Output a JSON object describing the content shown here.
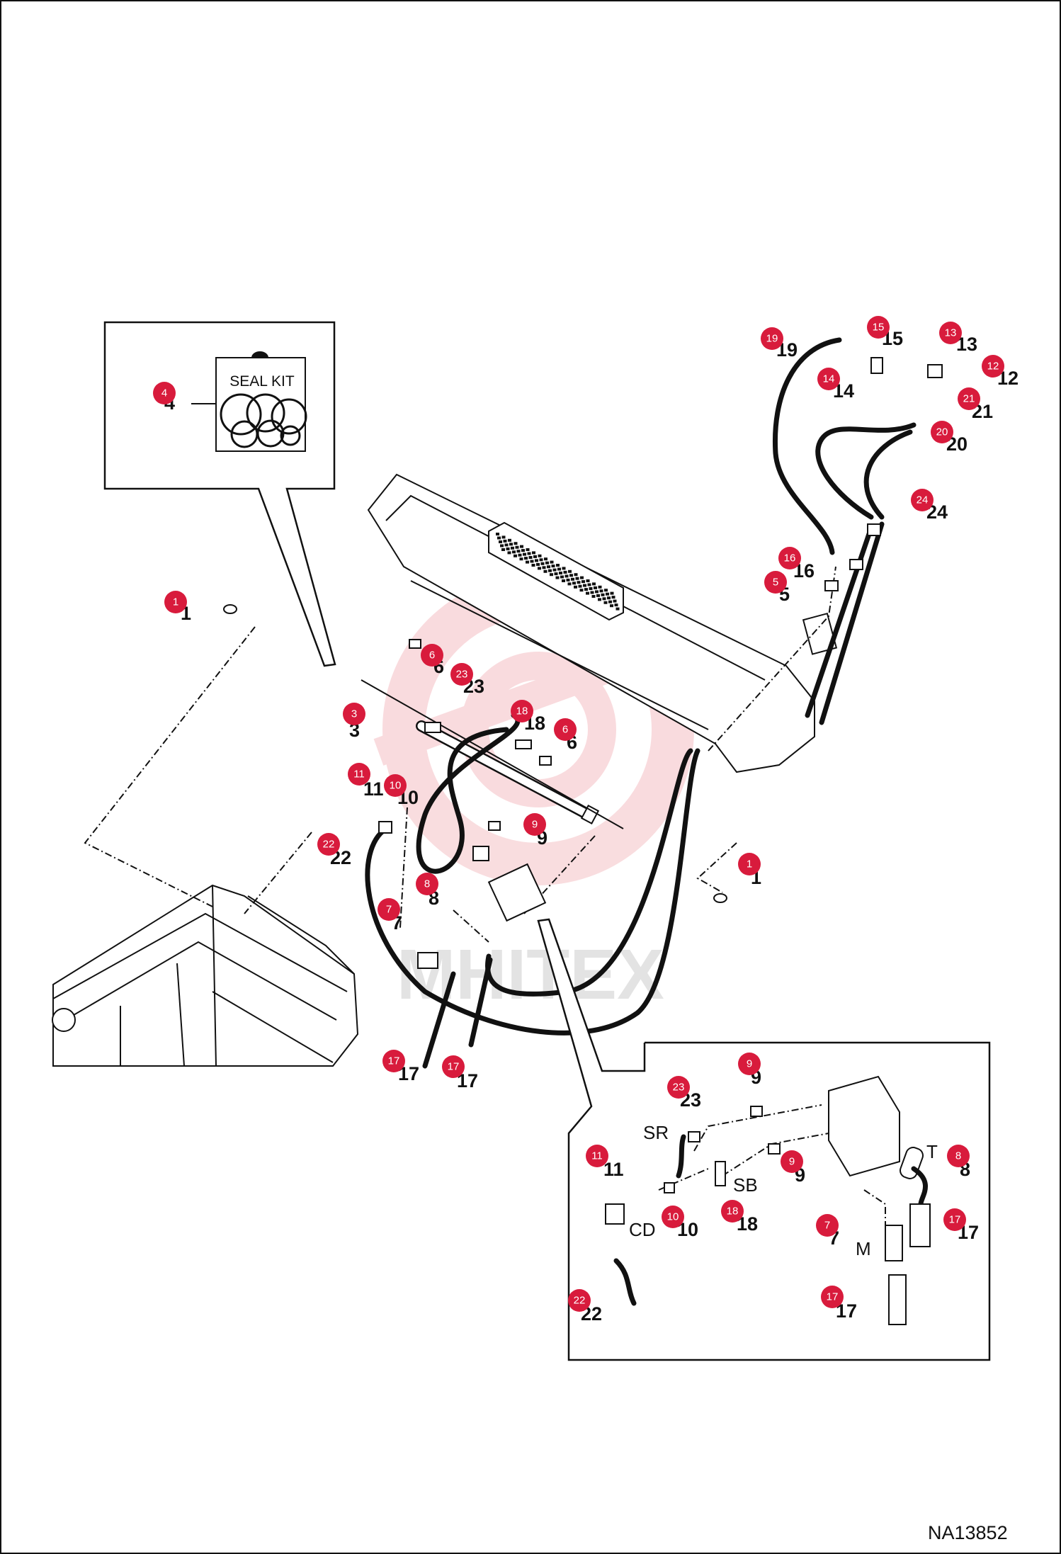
{
  "seal_kit_label": "SEAL KIT",
  "drawing_code": "NA13852",
  "watermark_text": "MHITEX",
  "colors": {
    "badge": "#d81b3c",
    "line": "#111111",
    "watermark": "#e04050"
  },
  "callouts": [
    {
      "id": "b4",
      "num": "4",
      "text": "4"
    },
    {
      "id": "b1a",
      "num": "1",
      "text": "1"
    },
    {
      "id": "b6a",
      "num": "6",
      "text": "6"
    },
    {
      "id": "b23a",
      "num": "23",
      "text": "23"
    },
    {
      "id": "b3",
      "num": "3",
      "text": "3"
    },
    {
      "id": "b18a",
      "num": "18",
      "text": "18"
    },
    {
      "id": "b6b",
      "num": "6",
      "text": "6"
    },
    {
      "id": "b11a",
      "num": "11",
      "text": "11"
    },
    {
      "id": "b10a",
      "num": "10",
      "text": "10"
    },
    {
      "id": "b9a",
      "num": "9",
      "text": "9"
    },
    {
      "id": "b22a",
      "num": "22",
      "text": "22"
    },
    {
      "id": "b8a",
      "num": "8",
      "text": "8"
    },
    {
      "id": "b7a",
      "num": "7",
      "text": "7"
    },
    {
      "id": "b1b",
      "num": "1",
      "text": "1"
    },
    {
      "id": "b17a",
      "num": "17",
      "text": "17"
    },
    {
      "id": "b17b",
      "num": "17",
      "text": "17"
    },
    {
      "id": "b19",
      "num": "19",
      "text": "19"
    },
    {
      "id": "b15",
      "num": "15",
      "text": "15"
    },
    {
      "id": "b13",
      "num": "13",
      "text": "13"
    },
    {
      "id": "b12",
      "num": "12",
      "text": "12"
    },
    {
      "id": "b14",
      "num": "14",
      "text": "14"
    },
    {
      "id": "b21",
      "num": "21",
      "text": "21"
    },
    {
      "id": "b20",
      "num": "20",
      "text": "20"
    },
    {
      "id": "b24",
      "num": "24",
      "text": "24"
    },
    {
      "id": "b16",
      "num": "16",
      "text": "16"
    },
    {
      "id": "b5",
      "num": "5",
      "text": "5"
    },
    {
      "id": "b9b",
      "num": "9",
      "text": "9"
    },
    {
      "id": "b23b",
      "num": "23",
      "text": "23"
    },
    {
      "id": "b11b",
      "num": "11",
      "text": "11"
    },
    {
      "id": "b9c",
      "num": "9",
      "text": "9"
    },
    {
      "id": "b8b",
      "num": "8",
      "text": "8"
    },
    {
      "id": "b18b",
      "num": "18",
      "text": "18"
    },
    {
      "id": "b10b",
      "num": "10",
      "text": "10"
    },
    {
      "id": "b7b",
      "num": "7",
      "text": "7"
    },
    {
      "id": "b17c",
      "num": "17",
      "text": "17"
    },
    {
      "id": "b22b",
      "num": "22",
      "text": "22"
    },
    {
      "id": "b17d",
      "num": "17",
      "text": "17"
    }
  ],
  "port_labels": [
    {
      "id": "sr",
      "text": "SR"
    },
    {
      "id": "sb",
      "text": "SB"
    },
    {
      "id": "t",
      "text": "T"
    },
    {
      "id": "cd",
      "text": "CD"
    },
    {
      "id": "m",
      "text": "M"
    }
  ]
}
